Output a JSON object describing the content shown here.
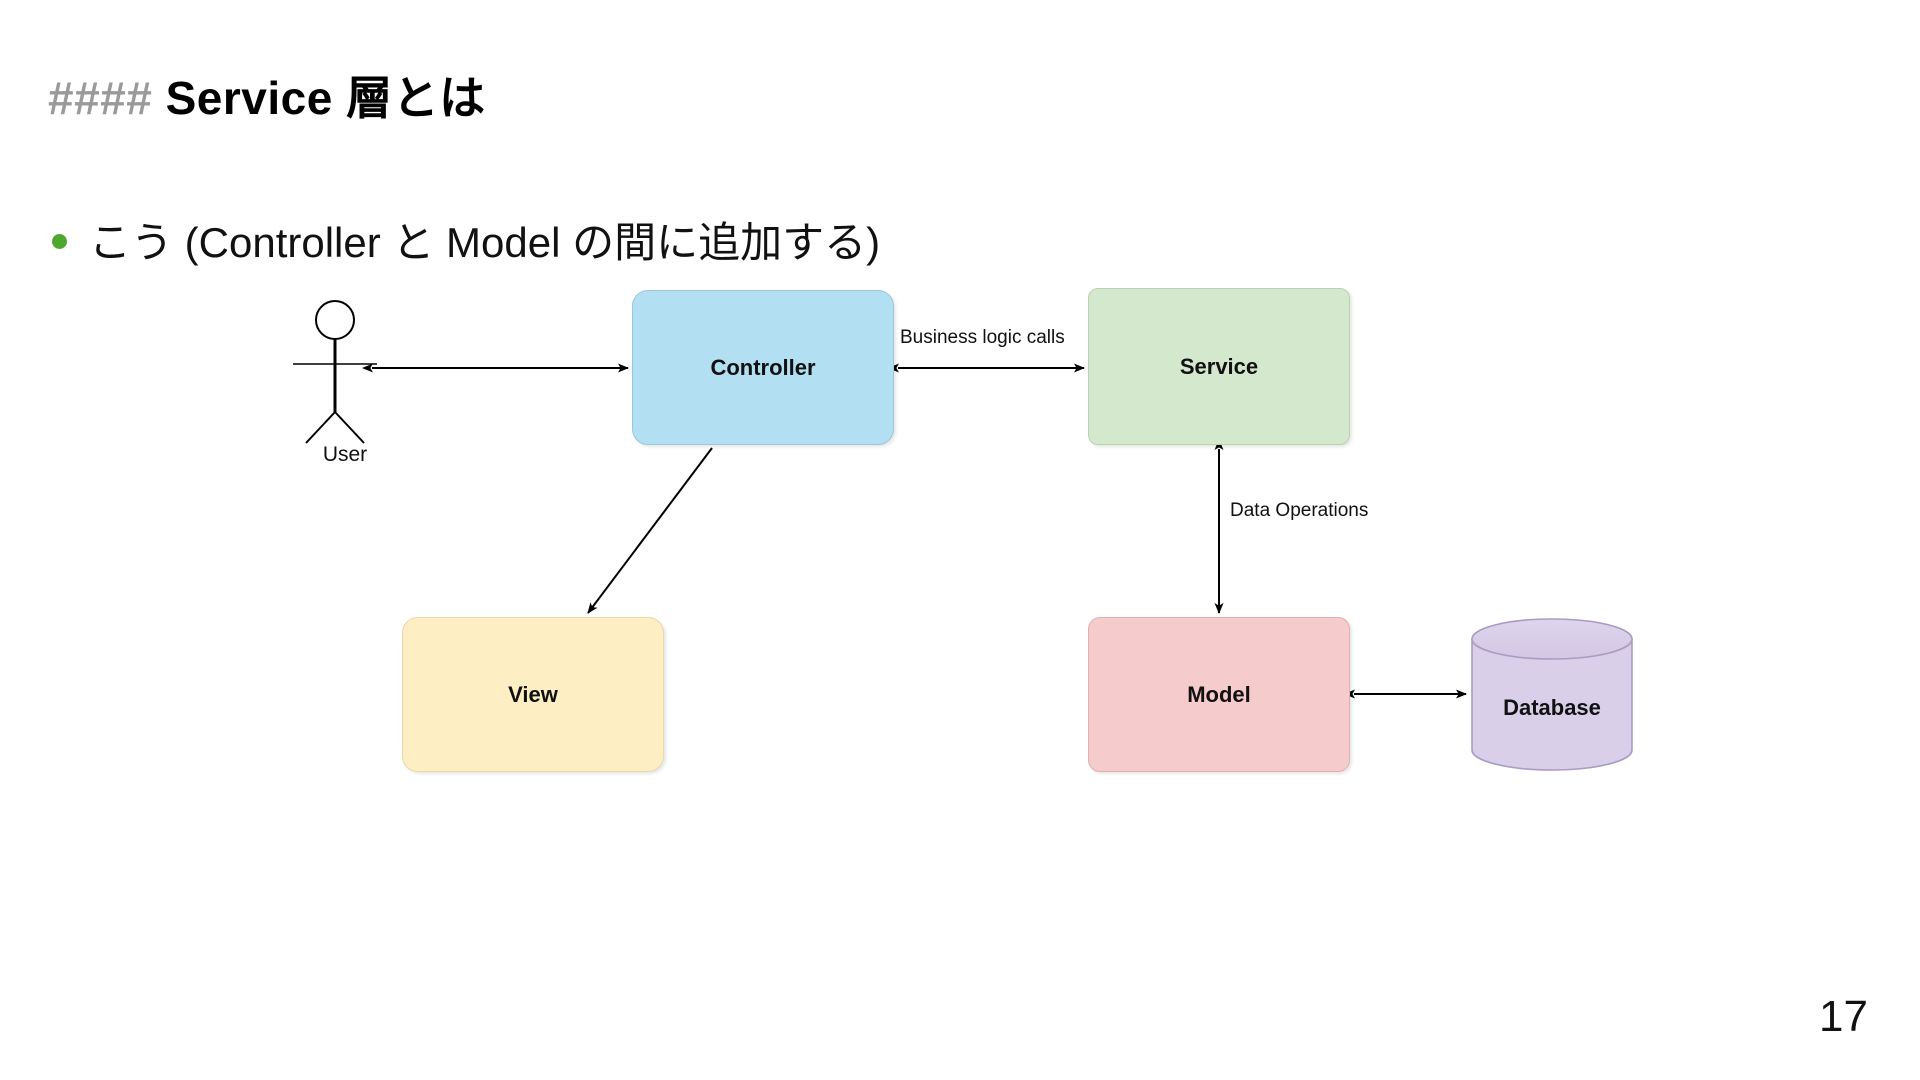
{
  "slide": {
    "title_prefix": "#### ",
    "title": "Service 層とは",
    "page_number": "17",
    "bullets": [
      {
        "text": "こう (Controller と Model の間に追加する)",
        "marker_color": "#4fa82e"
      }
    ]
  },
  "diagram": {
    "type": "architecture-flow",
    "nodes": [
      {
        "id": "user",
        "label": "User",
        "shape": "actor",
        "color": "#000000"
      },
      {
        "id": "controller",
        "label": "Controller",
        "shape": "rounded-rect",
        "color": "#b3dff2"
      },
      {
        "id": "service",
        "label": "Service",
        "shape": "rounded-rect",
        "color": "#d4e8cd"
      },
      {
        "id": "view",
        "label": "View",
        "shape": "rounded-rect",
        "color": "#fdeec3"
      },
      {
        "id": "model",
        "label": "Model",
        "shape": "rounded-rect",
        "color": "#f5cbcb"
      },
      {
        "id": "database",
        "label": "Database",
        "shape": "cylinder",
        "color": "#d9cfe8"
      }
    ],
    "edges": [
      {
        "from": "user",
        "to": "controller",
        "label": "",
        "arrows": "both"
      },
      {
        "from": "controller",
        "to": "service",
        "label": "Business logic calls",
        "arrows": "both"
      },
      {
        "from": "controller",
        "to": "view",
        "label": "",
        "arrows": "to"
      },
      {
        "from": "service",
        "to": "model",
        "label": "Data Operations",
        "arrows": "both"
      },
      {
        "from": "model",
        "to": "database",
        "label": "",
        "arrows": "both"
      }
    ],
    "labels": {
      "business_logic": "Business logic calls",
      "data_operations": "Data Operations"
    }
  }
}
